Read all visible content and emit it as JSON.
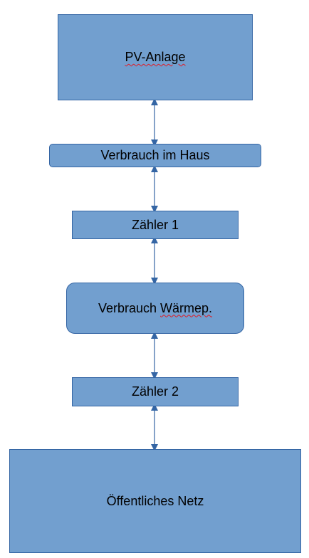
{
  "nodes": {
    "pv_anlage": "PV-Anlage",
    "verbrauch_haus": "Verbrauch im Haus",
    "zaehler_1": "Zähler 1",
    "verbrauch_waermep_prefix": "Verbrauch ",
    "verbrauch_waermep_word": "Wärmep.",
    "zaehler_2": "Zähler 2",
    "oeffentliches_netz": "Öffentliches Netz"
  },
  "colors": {
    "box_fill": "#729fcf",
    "box_border": "#3465a4",
    "connector": "#3465a4",
    "spellcheck_underline": "#e01b24"
  },
  "connectors": [
    {
      "from": "pv_anlage",
      "to": "verbrauch_haus",
      "style": "double-arrow"
    },
    {
      "from": "verbrauch_haus",
      "to": "zaehler_1",
      "style": "double-arrow"
    },
    {
      "from": "zaehler_1",
      "to": "verbrauch_waermep",
      "style": "double-arrow"
    },
    {
      "from": "verbrauch_waermep",
      "to": "zaehler_2",
      "style": "double-arrow"
    },
    {
      "from": "zaehler_2",
      "to": "oeffentliches_netz",
      "style": "double-arrow"
    }
  ]
}
